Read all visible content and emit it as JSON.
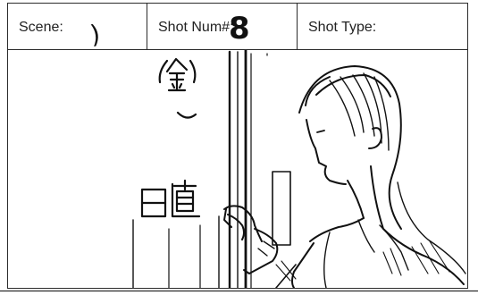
{
  "header": {
    "scene_label": "Scene:",
    "scene_value": ")",
    "shot_num_label": "Shot Num#:",
    "shot_num_value": "8",
    "shot_type_label": "Shot Type:",
    "shot_type_value": ""
  },
  "panel": {
    "sign_upper": "(金)",
    "sign_lower": "日直"
  },
  "colors": {
    "ink": "#111111",
    "border": "#2b2b2b",
    "paper": "#ffffff"
  }
}
